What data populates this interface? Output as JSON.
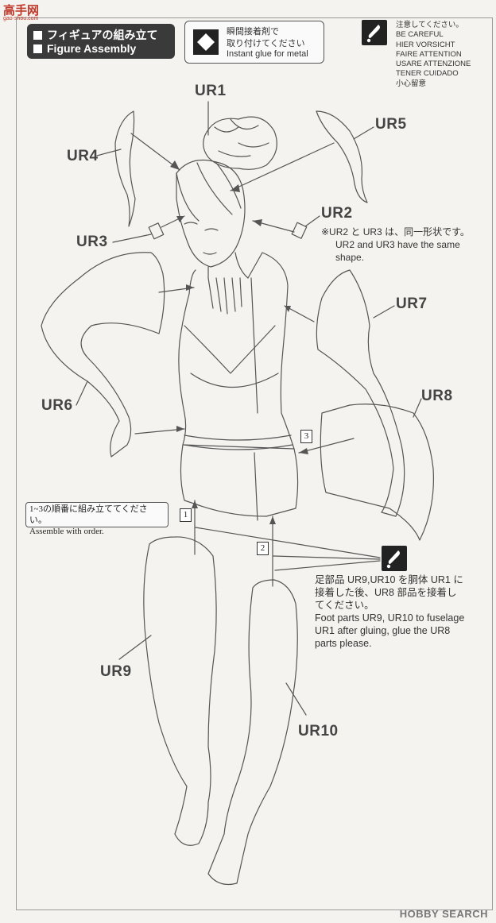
{
  "site_logo": {
    "main": "高手网",
    "sub": "gao-shou.com"
  },
  "header": {
    "title_ja": "フィギュアの組み立て",
    "title_en": "Figure Assembly"
  },
  "glue": {
    "line1": "瞬間接着剤で",
    "line2": "取り付けてください",
    "line3": "Instant glue for metal"
  },
  "caution": {
    "lines": [
      "注意してください。",
      "BE CAREFUL",
      "HIER VORSICHT",
      "FAIRE ATTENTION",
      "USARE ATTENZIONE",
      "TENER CUIDADO",
      "小心留意"
    ]
  },
  "part_labels": {
    "ur1": "UR1",
    "ur2": "UR2",
    "ur3": "UR3",
    "ur4": "UR4",
    "ur5": "UR5",
    "ur6": "UR6",
    "ur7": "UR7",
    "ur8": "UR8",
    "ur9": "UR9",
    "ur10": "UR10"
  },
  "same_shape_note": {
    "line1": "※UR2 と UR3 は、同一形状です。",
    "line2": "UR2 and UR3 have the same",
    "line3": "shape."
  },
  "order_note": {
    "line1": "1~3の順番に組み立ててください。",
    "line2": "Assemble with order."
  },
  "steps": {
    "s1": "1",
    "s2": "2",
    "s3": "3"
  },
  "foot_note": {
    "ja1": "足部品 UR9,UR10 を胴体 UR1 に",
    "ja2": "接着した後、UR8 部品を接着し",
    "ja3": "てください。",
    "en1": "Foot parts UR9, UR10 to fuselage",
    "en2": "UR1 after gluing, glue the UR8",
    "en3": "parts please."
  },
  "watermark": "HOBBY SEARCH",
  "colors": {
    "line": "#555555",
    "background": "#f4f3ef",
    "header_bg": "#3a3a3a"
  }
}
